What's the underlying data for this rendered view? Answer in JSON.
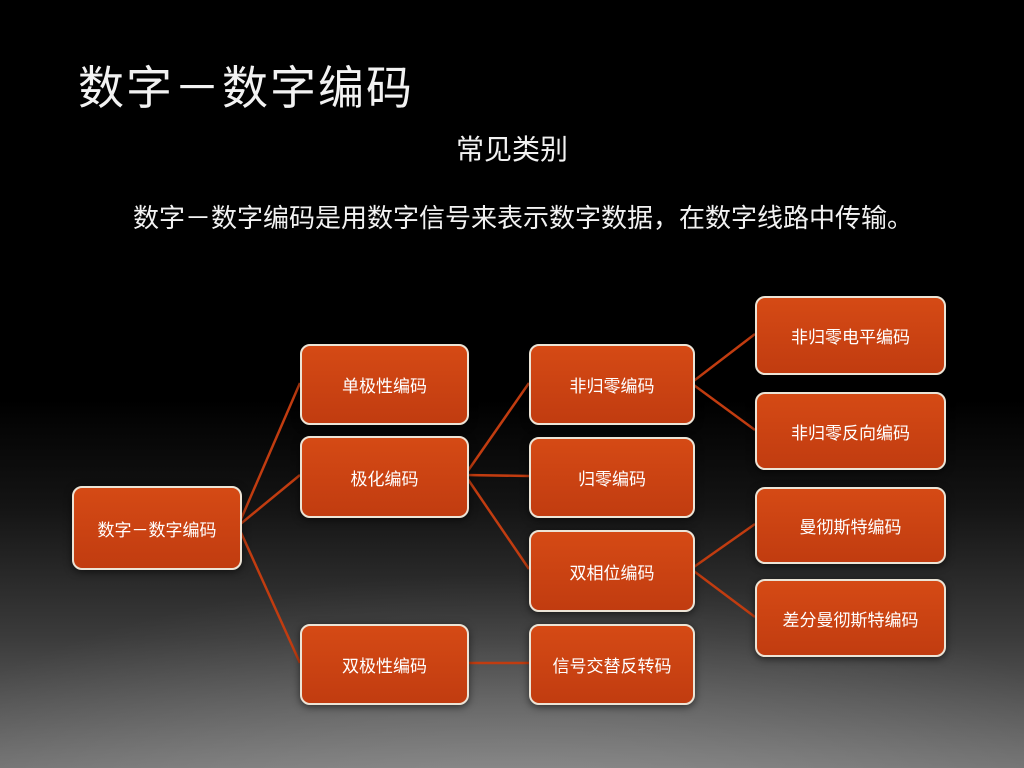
{
  "slide": {
    "title": "数字－数字编码",
    "subtitle": "常见类别",
    "body": "数字－数字编码是用数字信号来表示数字数据，在数字线路中传输。"
  },
  "colors": {
    "node-fill": "#c13c10",
    "node-fill-top": "#d54a15",
    "node-border": "#ece4d6",
    "connector": "#c13c10",
    "node-text": "#ffffff",
    "title-text": "#f2f2f2"
  },
  "diagram": {
    "nodes": {
      "root": "数字－数字编码",
      "unipolar": "单极性编码",
      "polar": "极化编码",
      "bipolar": "双极性编码",
      "nrz": "非归零编码",
      "rz": "归零编码",
      "biphase": "双相位编码",
      "ami": "信号交替反转码",
      "nrz_l": "非归零电平编码",
      "nrz_i": "非归零反向编码",
      "manchester": "曼彻斯特编码",
      "diff_manchester": "差分曼彻斯特编码"
    },
    "edges": [
      [
        "root",
        "unipolar"
      ],
      [
        "root",
        "polar"
      ],
      [
        "root",
        "bipolar"
      ],
      [
        "polar",
        "nrz"
      ],
      [
        "polar",
        "rz"
      ],
      [
        "polar",
        "biphase"
      ],
      [
        "nrz",
        "nrz_l"
      ],
      [
        "nrz",
        "nrz_i"
      ],
      [
        "biphase",
        "manchester"
      ],
      [
        "biphase",
        "diff_manchester"
      ],
      [
        "bipolar",
        "ami"
      ]
    ]
  }
}
